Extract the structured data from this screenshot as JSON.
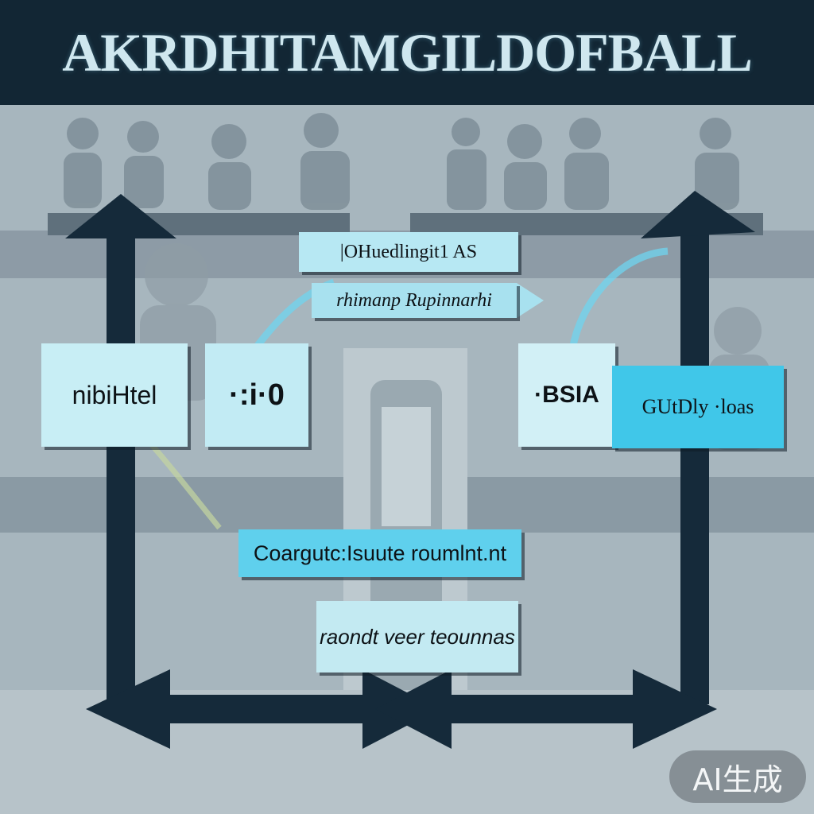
{
  "header": {
    "title": "AKRDHITAMGILDOFBALL"
  },
  "colors": {
    "header_bg": "#122634",
    "arrow": "#152a3a",
    "box_light": "#c8eef5",
    "box_cyan": "#40c7e9",
    "scene_bg": "#a4b3bb"
  },
  "boxes": {
    "top_1": "|OHuedlingit1 AS",
    "top_2": "rhimanp Rupinnarhi",
    "left_1": "nibiHtel",
    "left_2": "·:i·0",
    "right_1": "·BSIA",
    "right_2": "GUtDly ·loas",
    "bottom_1": "Coargutc:Isuute roumlnt.nt",
    "bottom_2": "raondt veer teounnas"
  },
  "icons": {
    "arrows": "double-headed-arrow-icon",
    "connector": "curved-connector-icon"
  },
  "watermark": "AI生成"
}
